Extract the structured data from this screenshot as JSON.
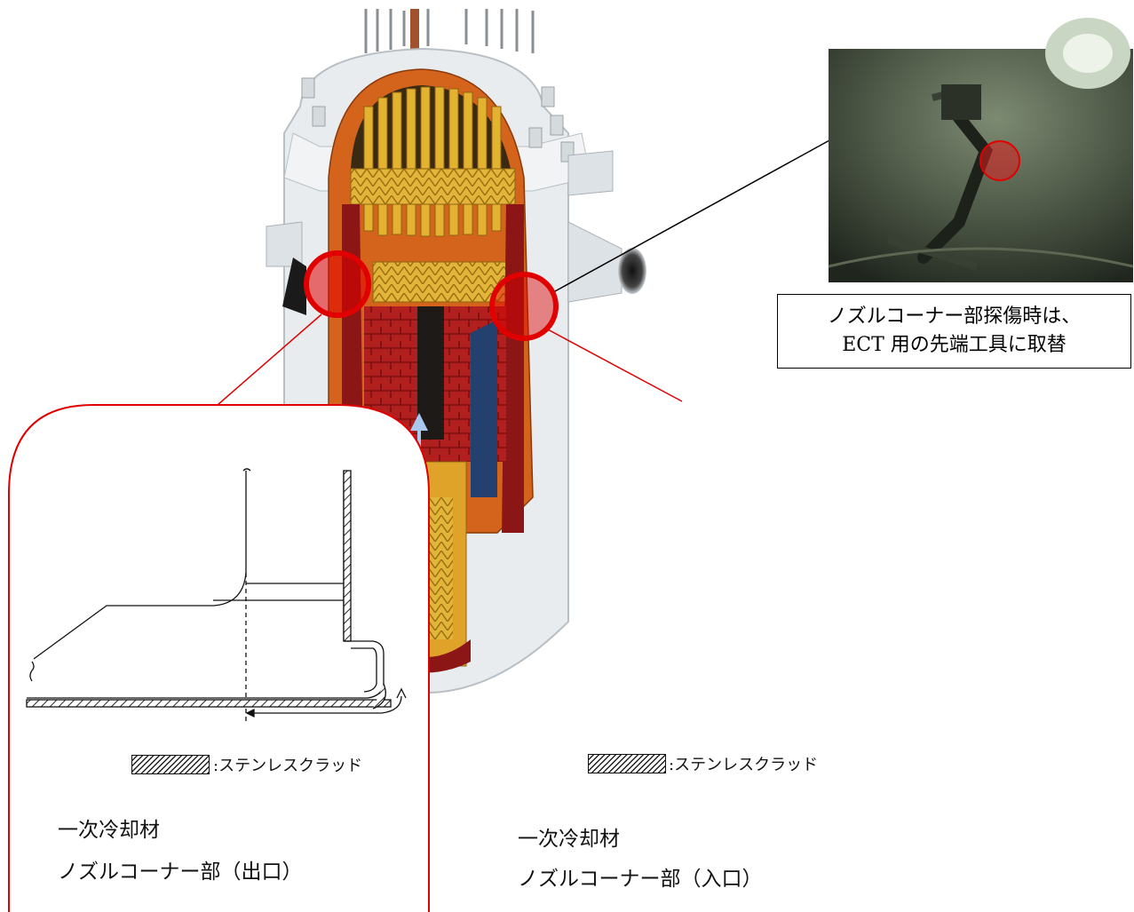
{
  "photo_caption": {
    "line1": "ノズルコーナー部探傷時は、",
    "line2": "ECT 用の先端工具に取替"
  },
  "panels": [
    {
      "id": "outlet",
      "legend": ":ステンレスクラッド",
      "title_line1": "一次冷却材",
      "title_line2": "ノズルコーナー部（出口）"
    },
    {
      "id": "inlet",
      "legend": ":ステンレスクラッド",
      "title_line1": "一次冷却材",
      "title_line2": "ノズルコーナー部（入口）"
    }
  ],
  "colors": {
    "highlight": "#e00000",
    "callout_line": "#e00000",
    "vessel_outer": "#e8ecef",
    "vessel_liner": "#d4631c",
    "core_internals": "#d9a928",
    "fuel_bricks": "#b1201f"
  }
}
